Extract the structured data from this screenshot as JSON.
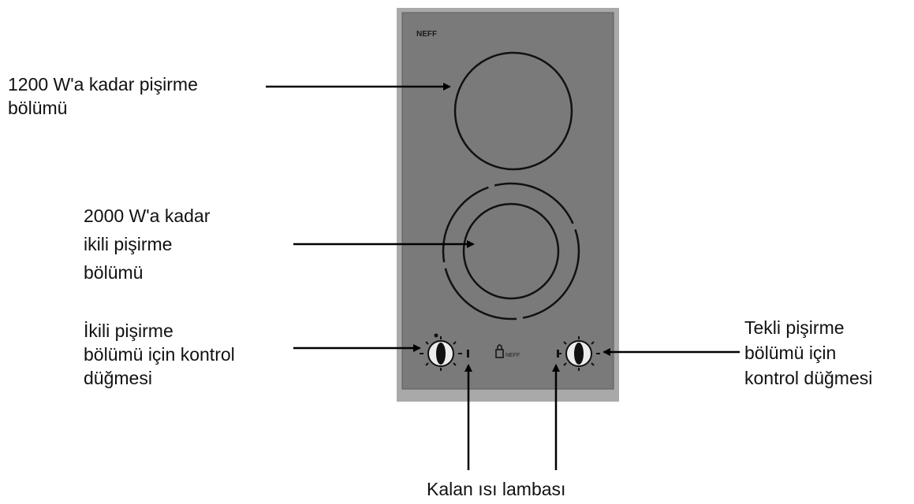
{
  "brand": "NEFF",
  "hob": {
    "panel_color": "#7a7a7a",
    "frame_color": "#a9a9a9"
  },
  "labels": {
    "single_zone": [
      "1200 W'a kadar pişirme",
      "bölümü"
    ],
    "dual_zone": [
      "2000 W'a kadar",
      "ikili pişirme",
      "bölümü"
    ],
    "dual_control": [
      "İkili pişirme",
      "bölümü için kontrol",
      "düğmesi"
    ],
    "single_control": [
      "Tekli pişirme",
      "bölümü için",
      "kontrol düğmesi"
    ],
    "residual_heat": "Kalan ısı lambası"
  }
}
